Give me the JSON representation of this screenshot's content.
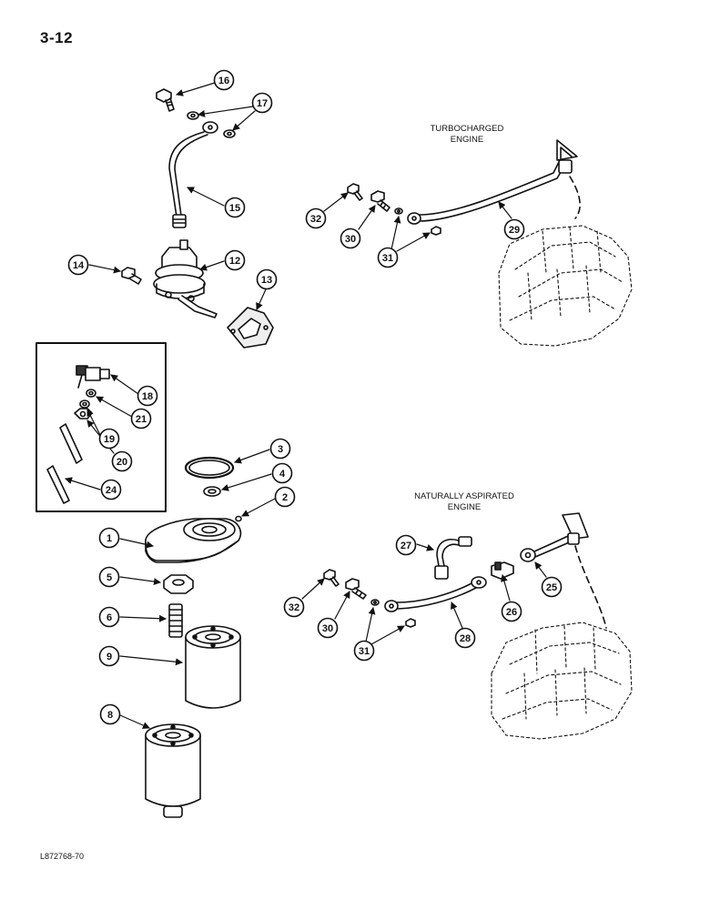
{
  "page": {
    "number": "3-12",
    "figure_ref": "L872768-70"
  },
  "sections": {
    "turbocharged": {
      "label_line1": "TURBOCHARGED",
      "label_line2": "ENGINE"
    },
    "naturally_aspirated": {
      "label_line1": "NATURALLY ASPIRATED",
      "label_line2": "ENGINE"
    }
  },
  "callouts": {
    "c16": "16",
    "c17": "17",
    "c15": "15",
    "c14": "14",
    "c12": "12",
    "c13": "13",
    "c18": "18",
    "c21": "21",
    "c19": "19",
    "c20": "20",
    "c24": "24",
    "c3": "3",
    "c4": "4",
    "c2": "2",
    "c1": "1",
    "c5": "5",
    "c6": "6",
    "c9": "9",
    "c8": "8",
    "t32": "32",
    "t30": "30",
    "t31": "31",
    "t29": "29",
    "n27": "27",
    "n32": "32",
    "n30": "30",
    "n31": "31",
    "n28": "28",
    "n26": "26",
    "n25": "25"
  }
}
